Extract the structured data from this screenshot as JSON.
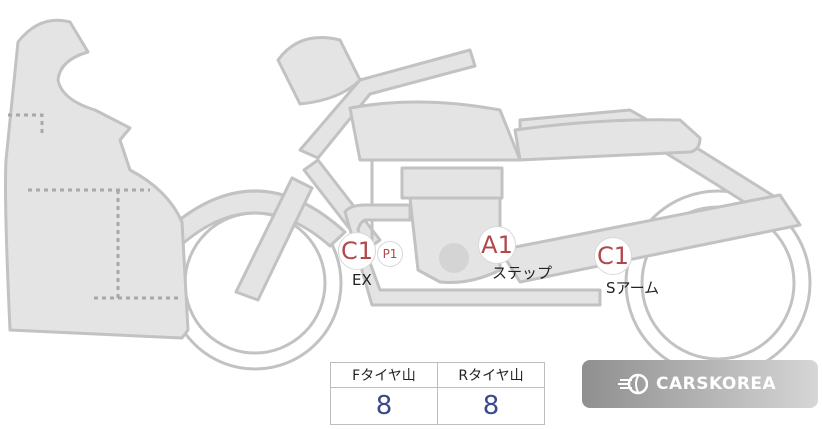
{
  "markers": {
    "ex_badge": "C1",
    "ex_sub_badge": "P1",
    "step_badge": "A1",
    "sarm_badge": "C1"
  },
  "labels": {
    "ex": "EX",
    "step": "ステップ",
    "sarm": "Sアーム"
  },
  "tire_table": {
    "front_header": "Fタイヤ山",
    "rear_header": "Rタイヤ山",
    "front_value": "8",
    "rear_value": "8"
  },
  "brand": {
    "name": "CARSKOREA"
  },
  "colors": {
    "outline": "#c2c2c2",
    "fill": "#e4e4e4",
    "badge_text": "#b0484c",
    "value_text": "#3b4a8c"
  },
  "icons": {
    "brand_logo": "flame-lens-icon"
  }
}
